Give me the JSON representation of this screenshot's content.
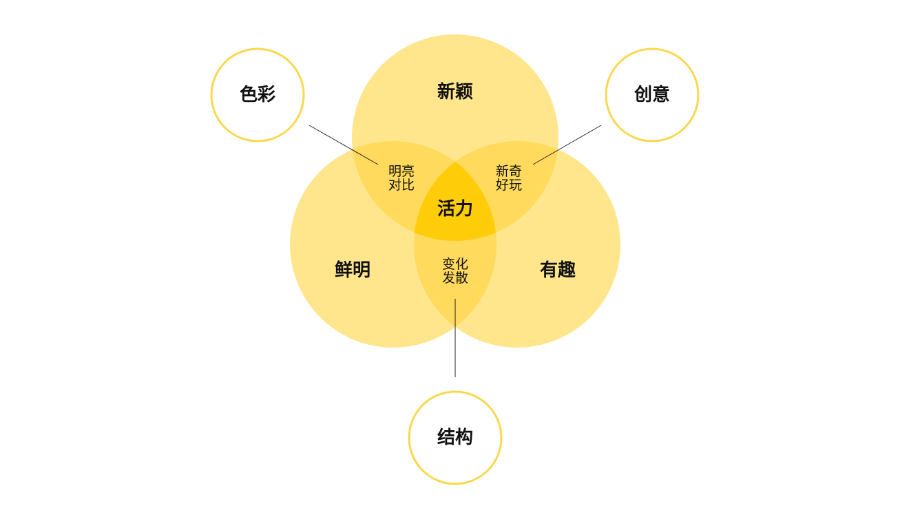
{
  "colors": {
    "circle_fill": "#FFE68C",
    "circle_opacity": "0.95",
    "overlap_two": "#FFDA5C",
    "center": "#FFCC0A",
    "outline": "#FAD84E",
    "line": "#222222"
  },
  "venn": {
    "top": {
      "label": "新颖"
    },
    "left": {
      "label": "鲜明"
    },
    "right": {
      "label": "有趣"
    },
    "center": {
      "label": "活力"
    },
    "overlap_top_left": {
      "line1": "明亮",
      "line2": "对比"
    },
    "overlap_top_right": {
      "line1": "新奇",
      "line2": "好玩"
    },
    "overlap_left_right": {
      "line1": "变化",
      "line2": "发散"
    }
  },
  "callouts": {
    "color": {
      "label": "色彩"
    },
    "creativity": {
      "label": "创意"
    },
    "structure": {
      "label": "结构"
    }
  }
}
